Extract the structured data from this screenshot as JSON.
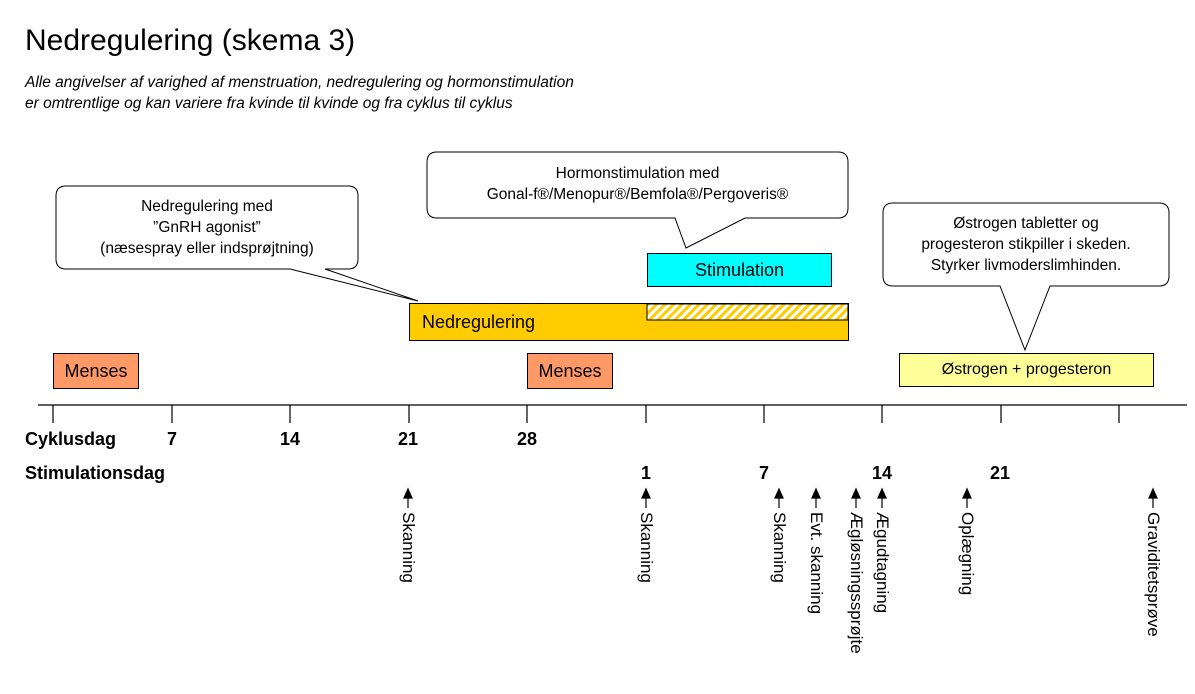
{
  "title": "Nedregulering (skema 3)",
  "note_lines": [
    "Alle angivelser af varighed af menstruation, nedregulering og hormonstimulation",
    "er omtrentlige og kan variere fra kvinde til kvinde og fra cyklus til cyklus"
  ],
  "callouts": {
    "nedregulering": [
      "Nedregulering med",
      "”GnRH agonist”",
      "(næsespray eller indsprøjtning)"
    ],
    "stimulation": [
      "Hormonstimulation med",
      "Gonal-f®/Menopur®/Bemfola®/Pergoveris®"
    ],
    "oestrogen": [
      "Østrogen tabletter og",
      "progesteron stikpiller i skeden.",
      "Styrker livmoderslimhinden."
    ]
  },
  "bars": {
    "menses1": "Menses",
    "menses2": "Menses",
    "nedregulering": "Nedregulering",
    "stimulation": "Stimulation",
    "oestrogen": "Østrogen + progesteron"
  },
  "colors": {
    "menses": "#ff9966",
    "nedregulering": "#ffcc00",
    "stimulation": "#00ffff",
    "oestrogen": "#ffff99",
    "hatch": "#ffcc00"
  },
  "axis": {
    "cyklusdag_label": "Cyklusdag",
    "stimulationsdag_label": "Stimulationsdag",
    "cyklusdag_ticks": [
      "7",
      "14",
      "21",
      "28"
    ],
    "stimulationsdag_ticks": [
      "1",
      "7",
      "14",
      "21"
    ]
  },
  "events": [
    "Skanning",
    "Skanning",
    "Skanning",
    "Evt. skanning",
    "Ægløsningssprøjte",
    "Ægudtagning",
    "Oplægning",
    "Graviditetsprøve"
  ]
}
